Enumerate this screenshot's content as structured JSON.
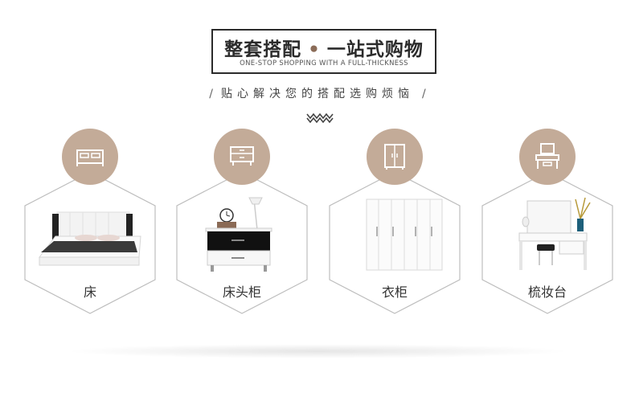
{
  "header": {
    "title_left": "整套搭配",
    "title_dot": "•",
    "title_right": "一站式购物",
    "subtitle": "ONE-STOP SHOPPING WITH A FULL-THICKNESS",
    "tagline": "贴心解决您的搭配选购烦恼",
    "slash": "/"
  },
  "colors": {
    "accent": "#c3ab98",
    "dot": "#8b6c58",
    "border": "#2b2b2b"
  },
  "categories": [
    {
      "label": "床",
      "icon": "bed-icon"
    },
    {
      "label": "床头柜",
      "icon": "nightstand-icon"
    },
    {
      "label": "衣柜",
      "icon": "wardrobe-icon"
    },
    {
      "label": "梳妆台",
      "icon": "dressing-table-icon"
    }
  ]
}
